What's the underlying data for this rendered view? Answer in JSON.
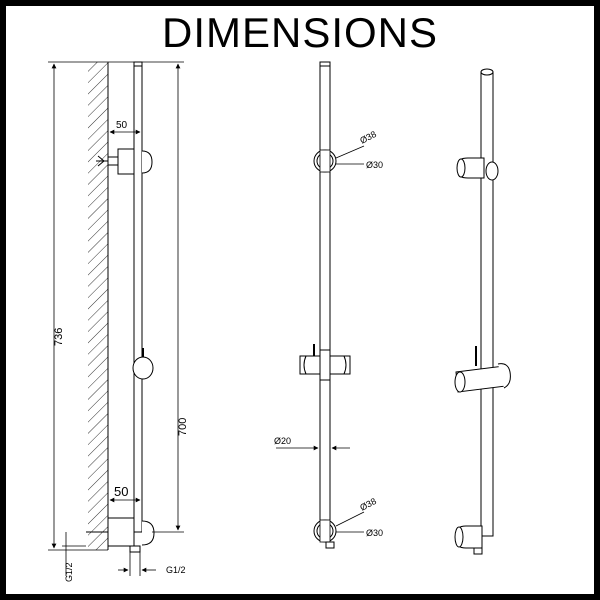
{
  "title": "DIMENSIONS",
  "colors": {
    "frame": "#000000",
    "background": "#ffffff",
    "line": "#000000"
  },
  "side_view": {
    "total_height": "736",
    "rail_length": "700",
    "bracket_top_depth": "50",
    "bracket_bottom_depth": "50",
    "thread_left": "G1/2",
    "thread_bottom": "G1/2"
  },
  "front_view": {
    "top_bracket_outer": "Ø38",
    "top_bracket_inner": "Ø30",
    "rail_diameter": "Ø20",
    "bottom_bracket_outer": "Ø38",
    "bottom_bracket_inner": "Ø30"
  }
}
